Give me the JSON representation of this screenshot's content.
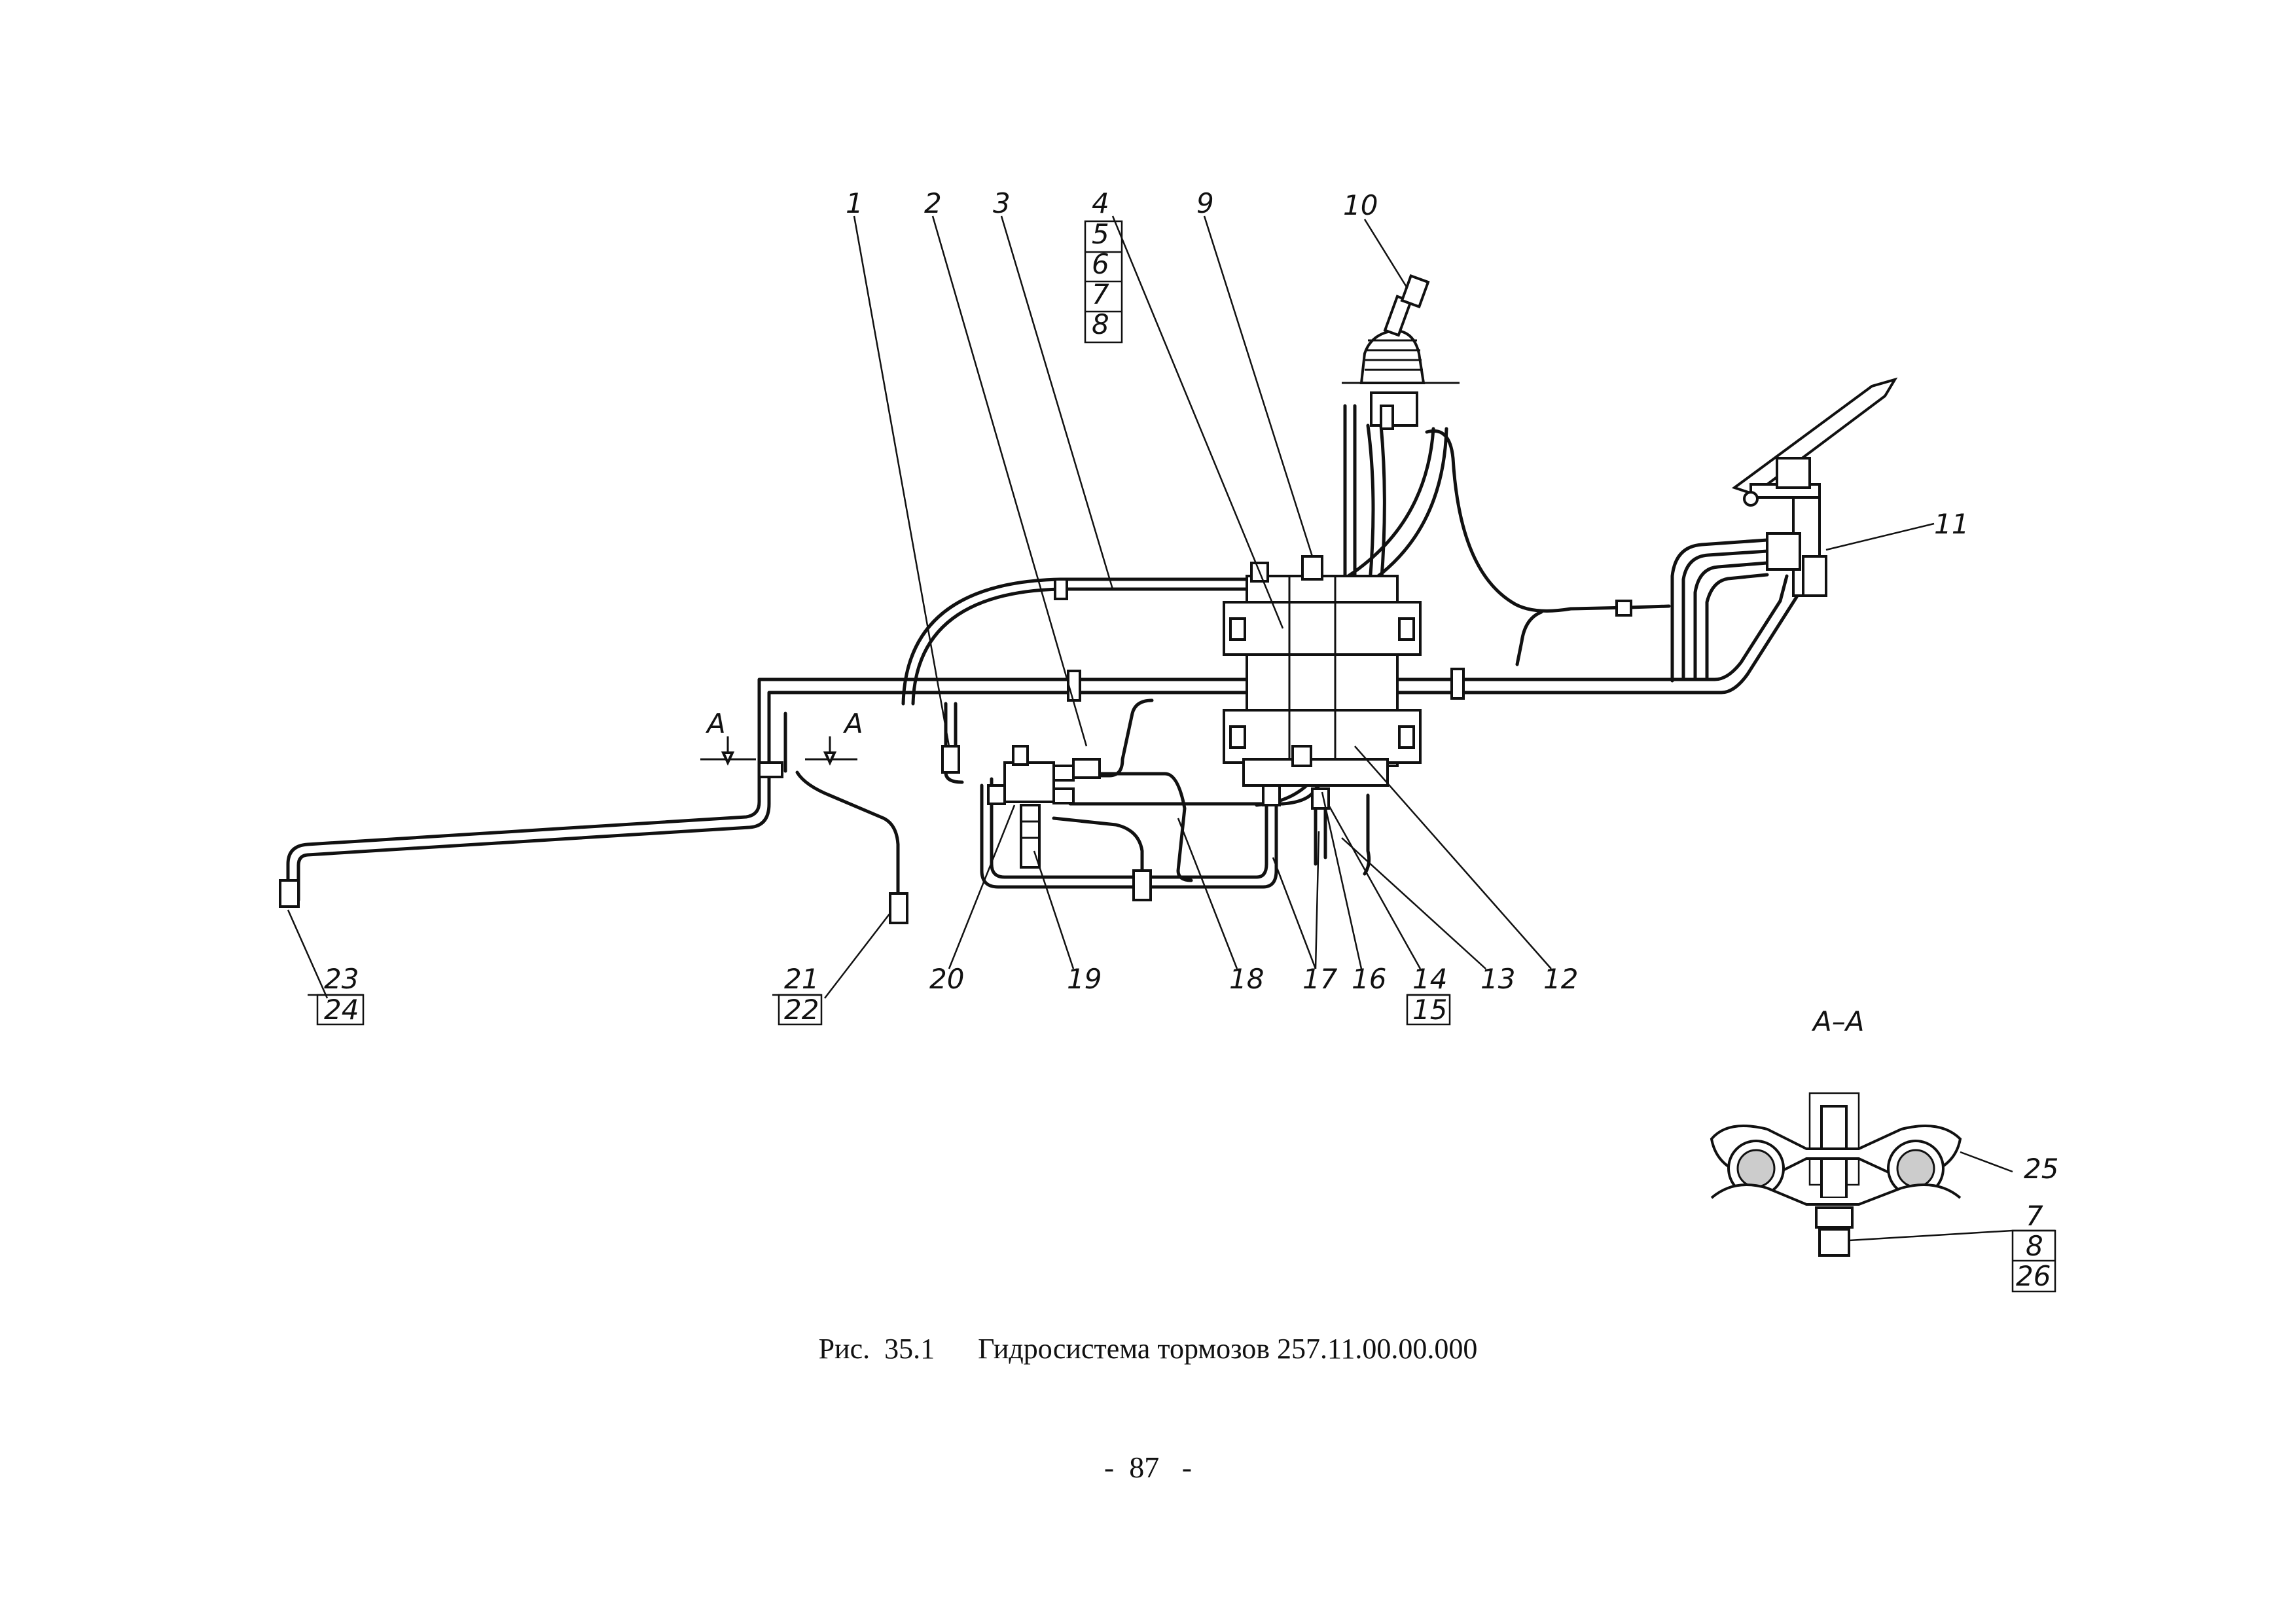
{
  "figure": {
    "callouts_top": {
      "c1": "1",
      "c2": "2",
      "c3": "3",
      "c9": "9",
      "c10": "10",
      "c11": "11",
      "stack_4_8": [
        "4",
        "5",
        "6",
        "7",
        "8"
      ]
    },
    "callouts_bottom": {
      "c23": "23",
      "c24": "24",
      "c21": "21",
      "c22": "22",
      "c20": "20",
      "c19": "19",
      "c18": "18",
      "c17": "17",
      "c16": "16",
      "c14": "14",
      "c15": "15",
      "c13": "13",
      "c12": "12"
    },
    "section_marks": {
      "left": "A",
      "right": "A"
    },
    "section_view": {
      "title": "A–A",
      "c25": "25",
      "stack": [
        "7",
        "8",
        "26"
      ]
    }
  },
  "caption": {
    "prefix": "Рис.  35.1",
    "title": "Гидросистема тормозов 257.11.00.00.000"
  },
  "page_number": "-  87   -"
}
